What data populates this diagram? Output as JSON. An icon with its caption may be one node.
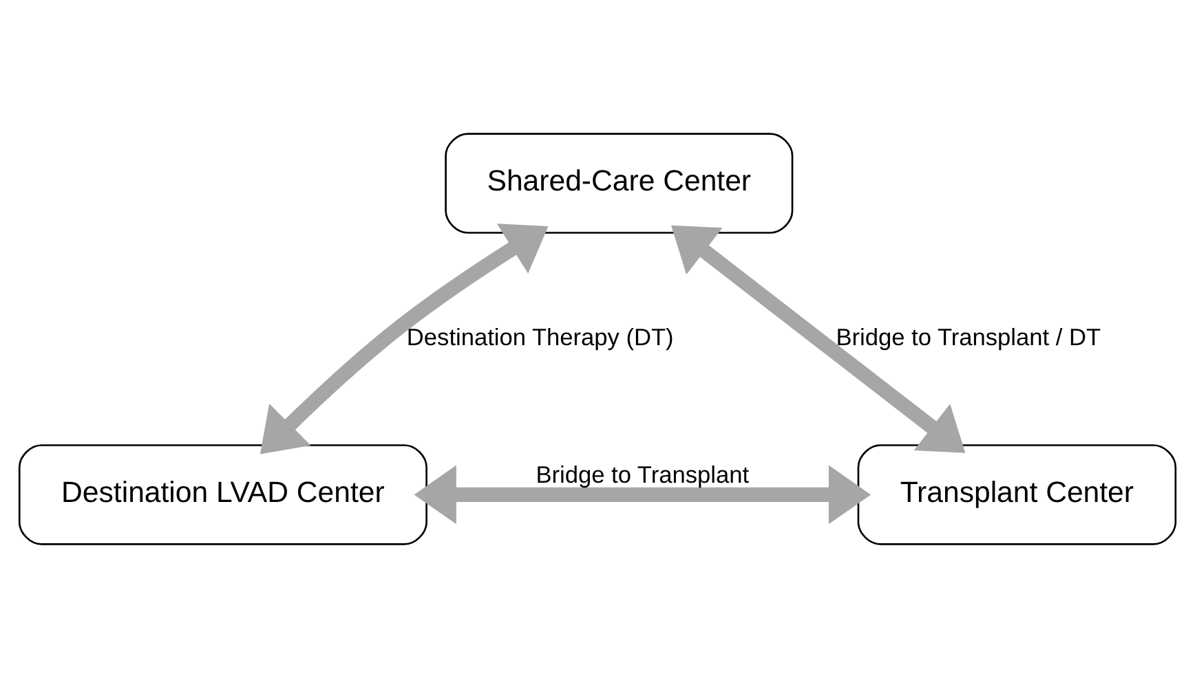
{
  "diagram": {
    "nodes": [
      {
        "text": [
          "Shared-Care Center"
        ]
      },
      {
        "text": [
          "Destination LVAD Center"
        ]
      },
      {
        "text": [
          "Transplant Center"
        ]
      }
    ],
    "edges": [
      {
        "from": 0,
        "to": 1,
        "arrow": "both",
        "label": "Destination Therapy (DT)"
      },
      {
        "from": 0,
        "to": 2,
        "arrow": "both",
        "label": "Bridge to Transplant / DT"
      },
      {
        "from": 1,
        "to": 2,
        "arrow": "both",
        "label": "Bridge to Transplant"
      }
    ]
  }
}
